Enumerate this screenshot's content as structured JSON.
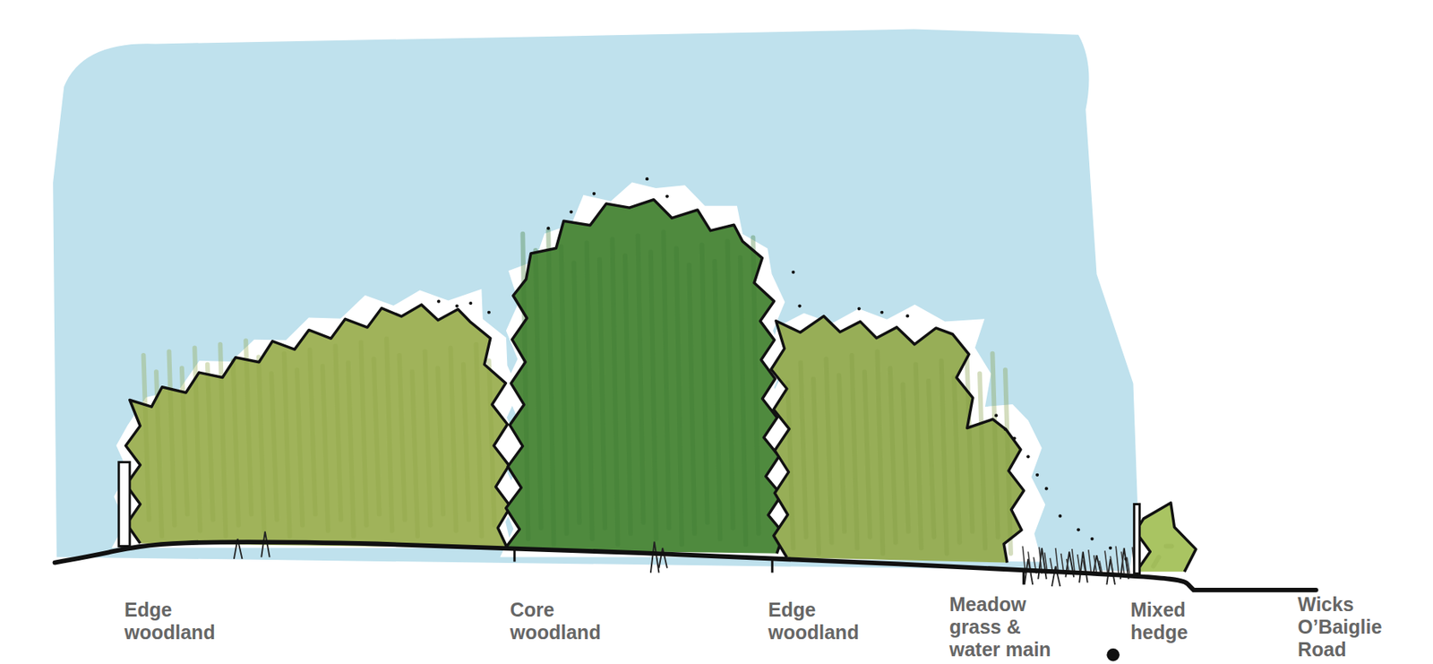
{
  "diagram": {
    "labels": [
      "Edge woodland",
      "Core woodland",
      "Edge woodland",
      "Meadow grass & water main",
      "Mixed hedge",
      "Wicks O’Baiglie Road"
    ]
  }
}
